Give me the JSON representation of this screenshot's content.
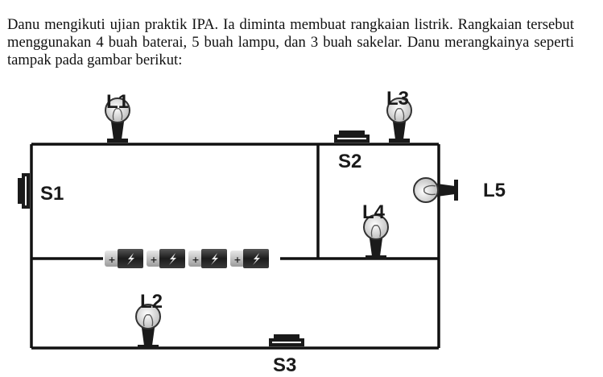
{
  "question": {
    "text": "Danu mengikuti ujian praktik IPA. Ia diminta membuat rangkaian listrik. Rangkaian tersebut menggunakan 4 buah baterai, 5 buah lampu, dan 3 buah sakelar. Danu merangkainya seperti tampak pada gambar berikut:"
  },
  "circuit": {
    "lamps": [
      "L1",
      "L2",
      "L3",
      "L4",
      "L5"
    ],
    "switches": [
      "S1",
      "S2",
      "S3"
    ],
    "battery_count": 4,
    "battery_symbol": "+",
    "colors": {
      "wire": "#111111",
      "battery_body": "#2b2b2b",
      "battery_cap": "#c9c9c9",
      "bulb_glass": "#e6e6e6"
    }
  }
}
